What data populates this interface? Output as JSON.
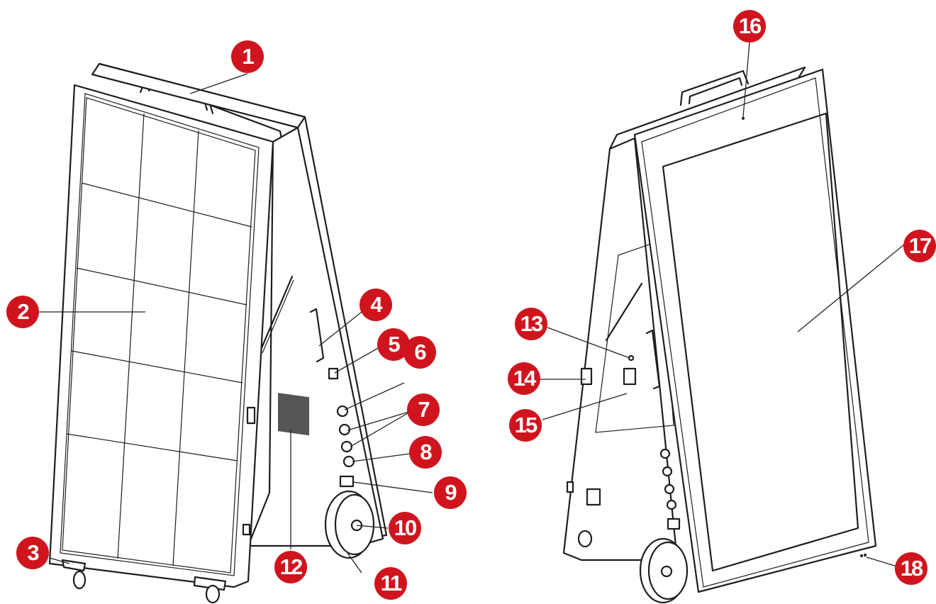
{
  "callouts": [
    "1",
    "2",
    "3",
    "4",
    "5",
    "6",
    "7",
    "8",
    "9",
    "10",
    "11",
    "12",
    "13",
    "14",
    "15",
    "16",
    "17",
    "18"
  ],
  "colors": {
    "callout_fill": "#d0141e",
    "callout_text": "#ffffff",
    "line": "#1e1e1e"
  }
}
